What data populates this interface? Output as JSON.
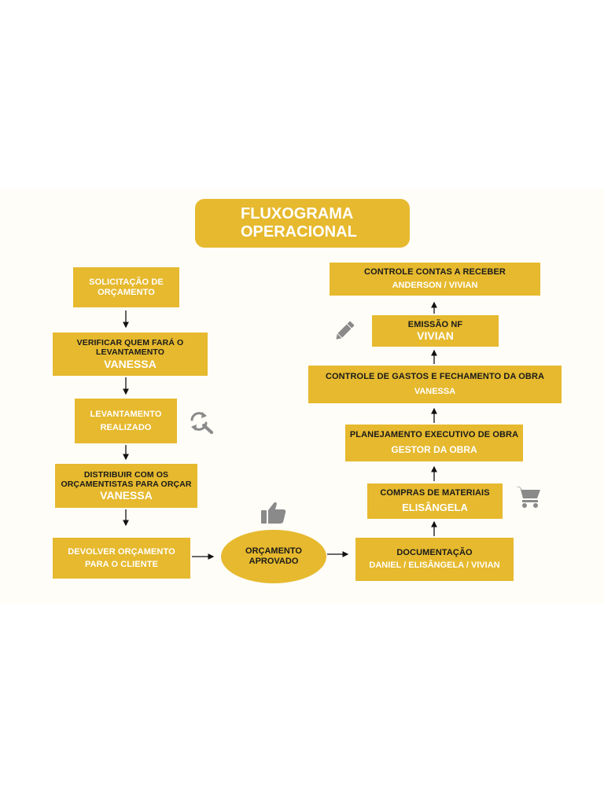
{
  "title": {
    "line1": "FLUXOGRAMA",
    "line2": "OPERACIONAL"
  },
  "left": {
    "b1": {
      "line1": "SOLICITAÇÃO DE",
      "line2": "ORÇAMENTO"
    },
    "b2": {
      "line1": "VERIFICAR QUEM FARÁ O",
      "line2": "LEVANTAMENTO",
      "person": "VANESSA"
    },
    "b3": {
      "line1": "LEVANTAMENTO",
      "line2": "REALIZADO"
    },
    "b4": {
      "line1": "DISTRIBUIR COM OS",
      "line2": "ORÇAMENTISTAS PARA ORÇAR",
      "person": "VANESSA"
    },
    "b5": {
      "line1": "DEVOLVER ORÇAMENTO",
      "line2": "PARA O CLIENTE"
    }
  },
  "center": {
    "line1": "ORÇAMENTO",
    "line2": "APROVADO"
  },
  "right": {
    "r1": {
      "label": "CONTROLE CONTAS A RECEBER",
      "person": "ANDERSON / VIVIAN"
    },
    "r2": {
      "label": "EMISSÃO NF",
      "person": "VIVIAN"
    },
    "r3": {
      "label": "CONTROLE DE GASTOS E FECHAMENTO DA OBRA",
      "person": "VANESSA"
    },
    "r4": {
      "label": "PLANEJAMENTO EXECUTIVO DE OBRA",
      "person": "GESTOR DA OBRA"
    },
    "r5": {
      "label": "COMPRAS DE MATERIAIS",
      "person": "ELISÂNGELA"
    },
    "r6": {
      "label": "DOCUMENTAÇÃO",
      "person": "DANIEL / ELISÂNGELA / VIVIAN"
    }
  },
  "icons": {
    "refresh": "search-refresh-icon",
    "pencil": "pencil-icon",
    "cart": "cart-icon",
    "thumb": "thumbs-up-icon"
  },
  "colors": {
    "accent": "#e6b92e",
    "icon": "#8a8a8a"
  }
}
